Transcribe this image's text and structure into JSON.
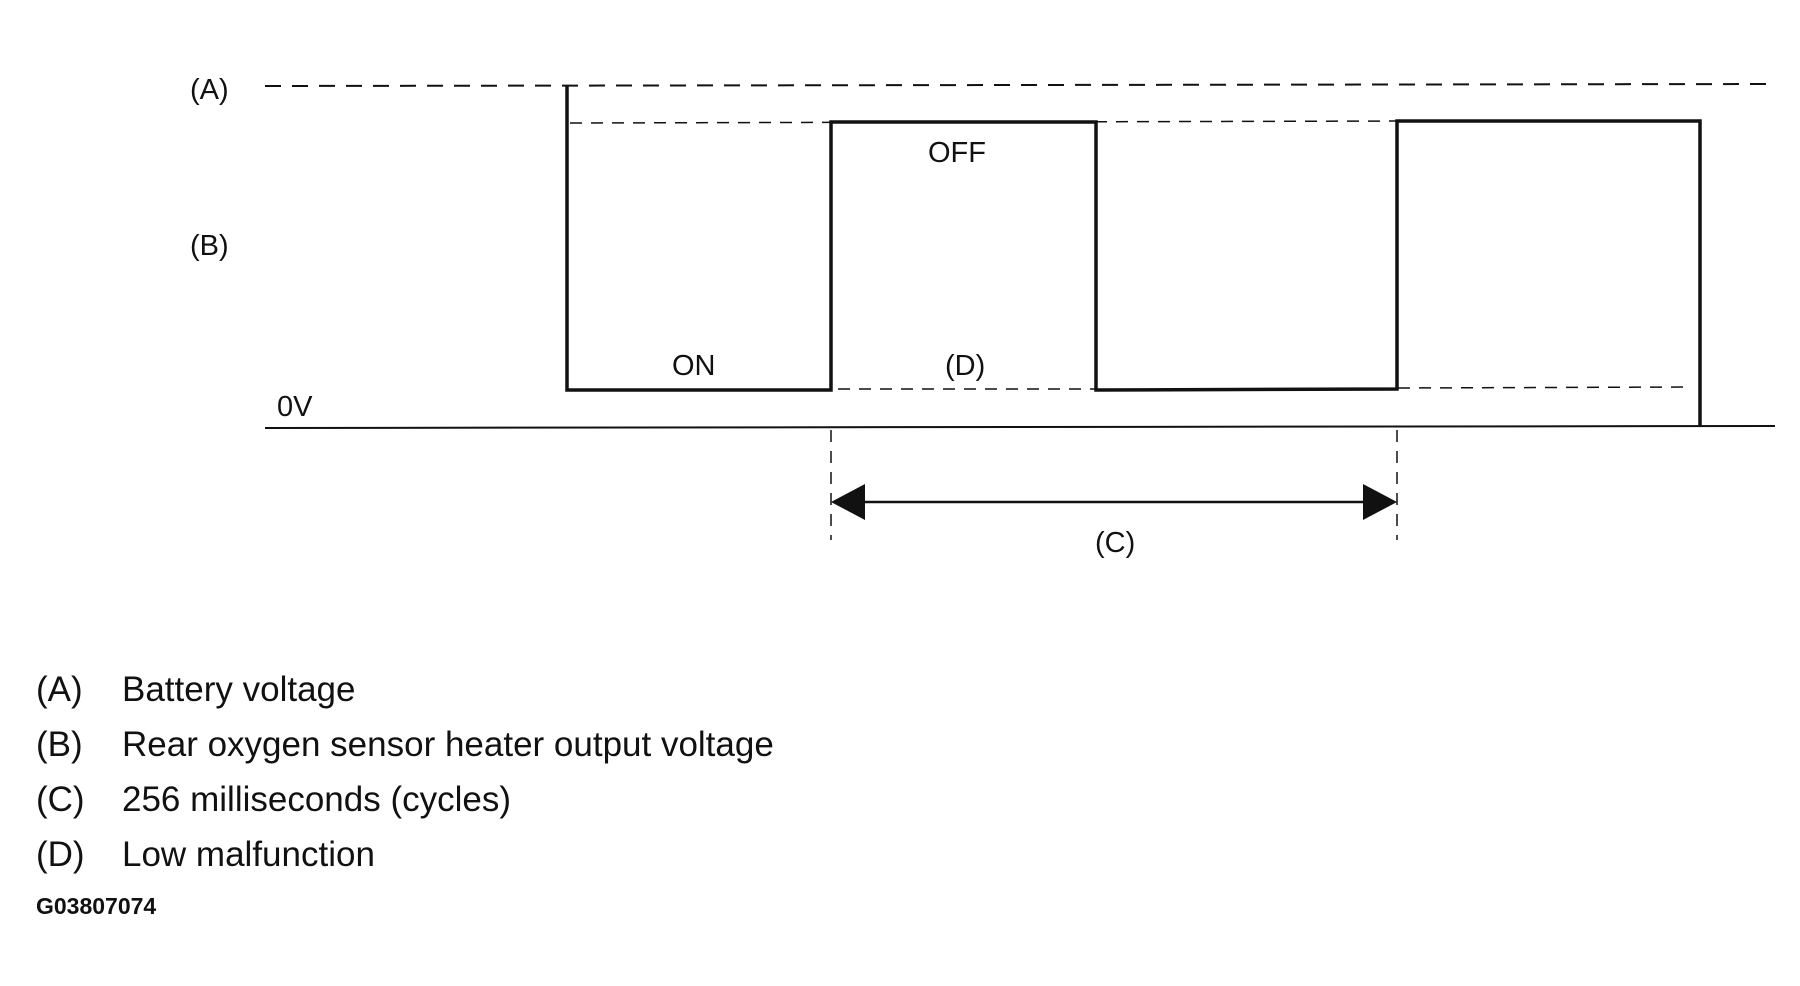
{
  "diagram": {
    "marker_a": "(A)",
    "marker_b": "(B)",
    "marker_c": "(C)",
    "marker_d": "(D)",
    "zero_volt": "0V",
    "on_label": "ON",
    "off_label": "OFF"
  },
  "legend": [
    {
      "key": "(A)",
      "text": "Battery voltage"
    },
    {
      "key": "(B)",
      "text": "Rear oxygen sensor heater output voltage"
    },
    {
      "key": "(C)",
      "text": "256 milliseconds (cycles)"
    },
    {
      "key": "(D)",
      "text": "Low malfunction"
    }
  ],
  "figure_id": "G03807074"
}
